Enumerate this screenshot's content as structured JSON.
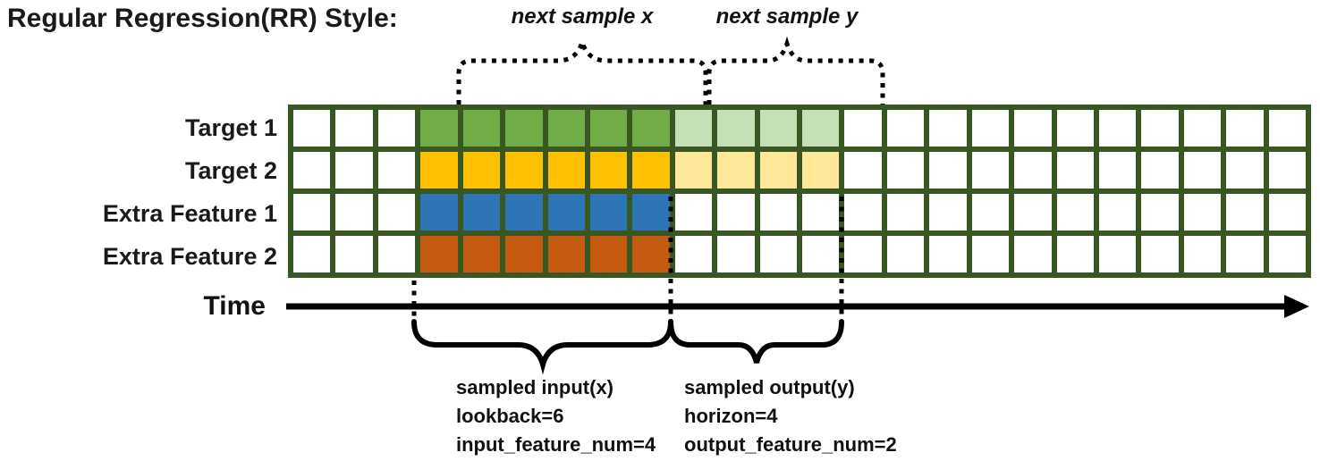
{
  "title": "Regular Regression(RR) Style:",
  "annotations": {
    "next_sample_x": "next sample x",
    "next_sample_y": "next sample y"
  },
  "time_label": "Time",
  "grid": {
    "columns": 24,
    "input_start_index": 3,
    "lookback": 6,
    "horizon": 4,
    "border_color": "#385723",
    "empty_cell_color": "#ffffff",
    "rows": [
      {
        "label": "Target 1",
        "input_color": "#70AD47",
        "output_color": "#C5E0B4",
        "has_output": true
      },
      {
        "label": "Target 2",
        "input_color": "#FFC000",
        "output_color": "#FFE699",
        "has_output": true
      },
      {
        "label": "Extra Feature 1",
        "input_color": "#2E75B6",
        "output_color": null,
        "has_output": false
      },
      {
        "label": "Extra Feature 2",
        "input_color": "#C55A11",
        "output_color": null,
        "has_output": false
      }
    ]
  },
  "captions": {
    "input": [
      "sampled input(x)",
      "lookback=6",
      "input_feature_num=4"
    ],
    "output": [
      "sampled output(y)",
      "horizon=4",
      "output_feature_num=2"
    ]
  },
  "line_color": "#000000"
}
